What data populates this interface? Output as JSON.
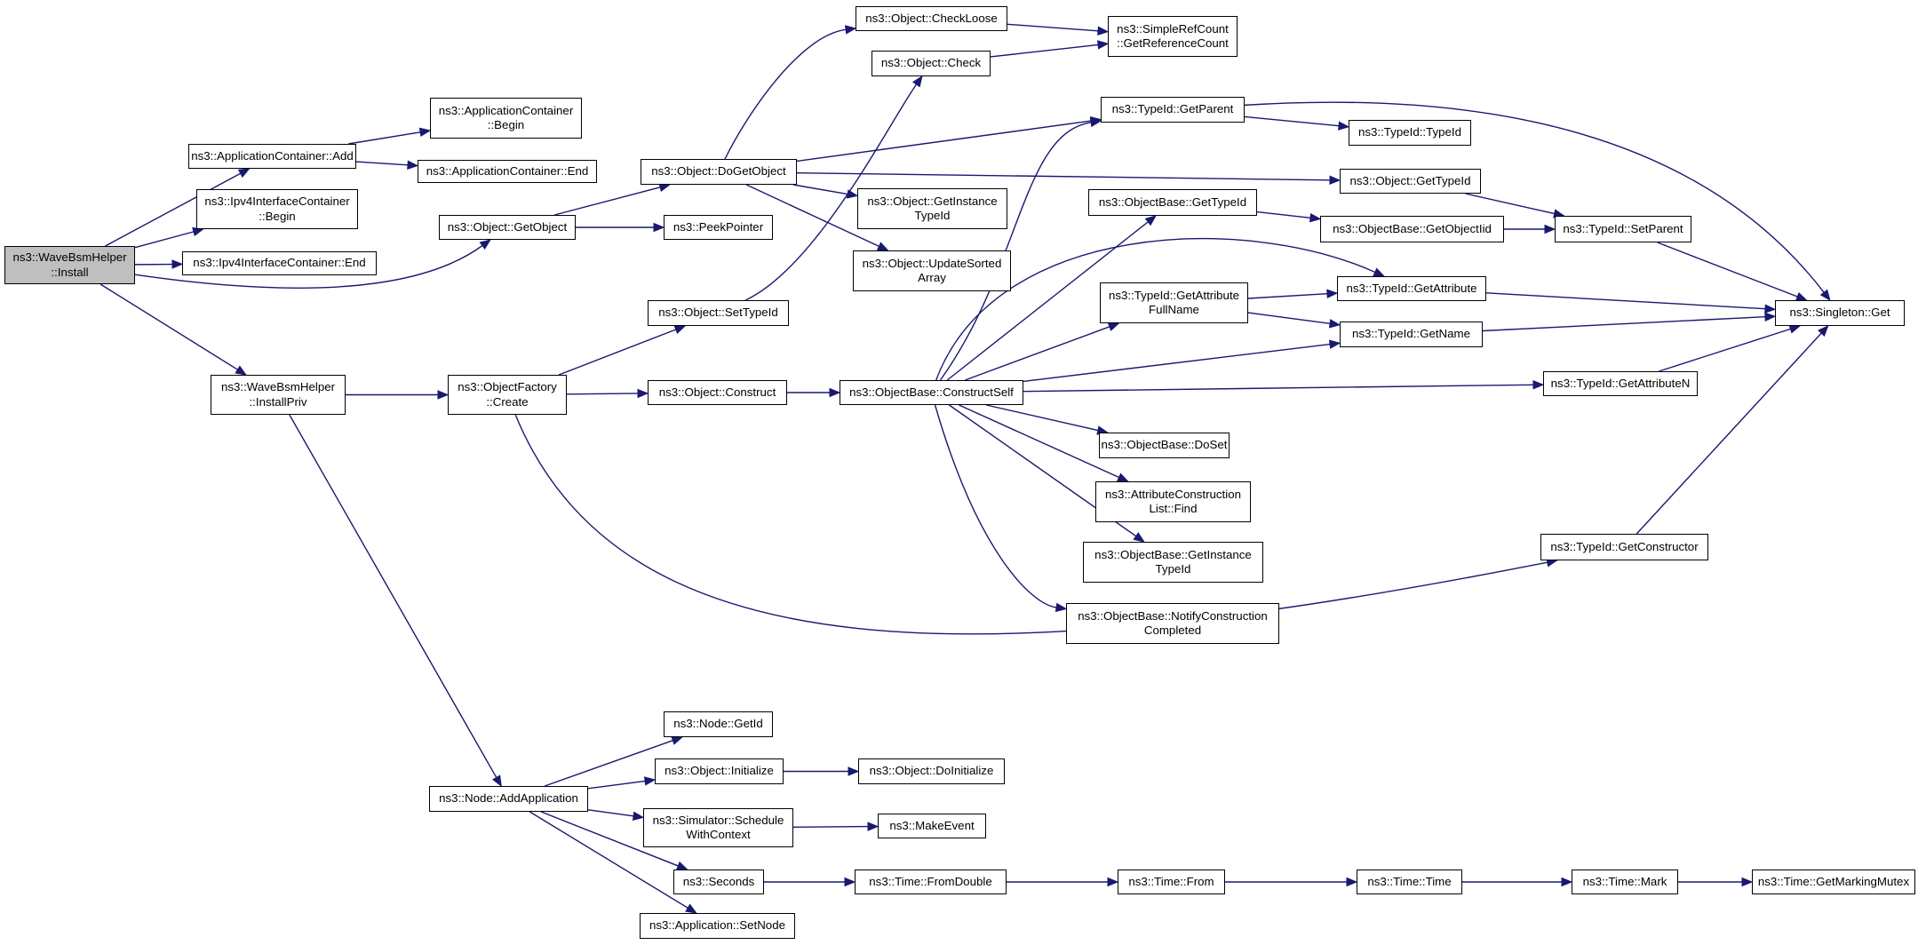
{
  "colors": {
    "edge": "#191970",
    "root_fill": "#bfbfbf",
    "node_fill": "#ffffff",
    "border": "#000000"
  },
  "nodes": {
    "install": [
      "ns3::WaveBsmHelper",
      "::Install"
    ],
    "app_add": [
      "ns3::ApplicationContainer::Add"
    ],
    "app_begin": [
      "ns3::ApplicationContainer",
      "::Begin"
    ],
    "app_end": [
      "ns3::ApplicationContainer::End"
    ],
    "ipv4_begin": [
      "ns3::Ipv4InterfaceContainer",
      "::Begin"
    ],
    "ipv4_end": [
      "ns3::Ipv4InterfaceContainer::End"
    ],
    "get_object": [
      "ns3::Object::GetObject"
    ],
    "do_get_object": [
      "ns3::Object::DoGetObject"
    ],
    "peek_pointer": [
      "ns3::PeekPointer"
    ],
    "check_loose": [
      "ns3::Object::CheckLoose"
    ],
    "check": [
      "ns3::Object::Check"
    ],
    "get_ref_count": [
      "ns3::SimpleRefCount",
      "::GetReferenceCount"
    ],
    "obj_get_instance_typeid": [
      "ns3::Object::GetInstance",
      "TypeId"
    ],
    "update_sorted": [
      "ns3::Object::UpdateSorted",
      "Array"
    ],
    "set_typeid": [
      "ns3::Object::SetTypeId"
    ],
    "install_priv": [
      "ns3::WaveBsmHelper",
      "::InstallPriv"
    ],
    "factory_create": [
      "ns3::ObjectFactory",
      "::Create"
    ],
    "construct": [
      "ns3::Object::Construct"
    ],
    "construct_self": [
      "ns3::ObjectBase::ConstructSelf"
    ],
    "tid_get_parent": [
      "ns3::TypeId::GetParent"
    ],
    "tid_typeid": [
      "ns3::TypeId::TypeId"
    ],
    "obj_get_typeid": [
      "ns3::Object::GetTypeId"
    ],
    "ob_get_typeid": [
      "ns3::ObjectBase::GetTypeId"
    ],
    "ob_get_object_iid": [
      "ns3::ObjectBase::GetObjectIid"
    ],
    "tid_set_parent": [
      "ns3::TypeId::SetParent"
    ],
    "tid_get_attr_fullname": [
      "ns3::TypeId::GetAttribute",
      "FullName"
    ],
    "tid_get_attribute": [
      "ns3::TypeId::GetAttribute"
    ],
    "tid_get_name": [
      "ns3::TypeId::GetName"
    ],
    "tid_get_attribute_n": [
      "ns3::TypeId::GetAttributeN"
    ],
    "singleton_get": [
      "ns3::Singleton::Get"
    ],
    "ob_doset": [
      "ns3::ObjectBase::DoSet"
    ],
    "acl_find": [
      "ns3::AttributeConstruction",
      "List::Find"
    ],
    "ob_get_instance_typeid": [
      "ns3::ObjectBase::GetInstance",
      "TypeId"
    ],
    "ob_notify": [
      "ns3::ObjectBase::NotifyConstruction",
      "Completed"
    ],
    "tid_get_constructor": [
      "ns3::TypeId::GetConstructor"
    ],
    "node_add_app": [
      "ns3::Node::AddApplication"
    ],
    "node_getid": [
      "ns3::Node::GetId"
    ],
    "obj_initialize": [
      "ns3::Object::Initialize"
    ],
    "obj_doinitialize": [
      "ns3::Object::DoInitialize"
    ],
    "sim_schedule": [
      "ns3::Simulator::Schedule",
      "WithContext"
    ],
    "make_event": [
      "ns3::MakeEvent"
    ],
    "seconds": [
      "ns3::Seconds"
    ],
    "time_from_double": [
      "ns3::Time::FromDouble"
    ],
    "time_from": [
      "ns3::Time::From"
    ],
    "time_time": [
      "ns3::Time::Time"
    ],
    "time_mark": [
      "ns3::Time::Mark"
    ],
    "time_marking_mutex": [
      "ns3::Time::GetMarkingMutex"
    ],
    "app_set_node": [
      "ns3::Application::SetNode"
    ]
  },
  "edges": [
    [
      "install",
      "app_add"
    ],
    [
      "install",
      "ipv4_begin"
    ],
    [
      "install",
      "ipv4_end"
    ],
    [
      "install",
      "get_object"
    ],
    [
      "install",
      "install_priv"
    ],
    [
      "app_add",
      "app_begin"
    ],
    [
      "app_add",
      "app_end"
    ],
    [
      "get_object",
      "do_get_object"
    ],
    [
      "get_object",
      "peek_pointer"
    ],
    [
      "do_get_object",
      "check_loose"
    ],
    [
      "do_get_object",
      "tid_get_parent"
    ],
    [
      "do_get_object",
      "obj_get_typeid"
    ],
    [
      "do_get_object",
      "obj_get_instance_typeid"
    ],
    [
      "do_get_object",
      "update_sorted"
    ],
    [
      "check_loose",
      "get_ref_count"
    ],
    [
      "check",
      "get_ref_count"
    ],
    [
      "set_typeid",
      "check"
    ],
    [
      "install_priv",
      "factory_create"
    ],
    [
      "install_priv",
      "node_add_app"
    ],
    [
      "factory_create",
      "set_typeid"
    ],
    [
      "factory_create",
      "construct"
    ],
    [
      "factory_create",
      "tid_get_constructor"
    ],
    [
      "construct",
      "construct_self"
    ],
    [
      "construct_self",
      "tid_get_parent"
    ],
    [
      "construct_self",
      "ob_get_typeid"
    ],
    [
      "construct_self",
      "tid_get_attribute"
    ],
    [
      "construct_self",
      "tid_get_attr_fullname"
    ],
    [
      "construct_self",
      "tid_get_name"
    ],
    [
      "construct_self",
      "tid_get_attribute_n"
    ],
    [
      "construct_self",
      "ob_doset"
    ],
    [
      "construct_self",
      "acl_find"
    ],
    [
      "construct_self",
      "ob_get_instance_typeid"
    ],
    [
      "construct_self",
      "ob_notify"
    ],
    [
      "tid_get_parent",
      "tid_typeid"
    ],
    [
      "tid_get_parent",
      "singleton_get"
    ],
    [
      "obj_get_typeid",
      "tid_set_parent"
    ],
    [
      "ob_get_typeid",
      "ob_get_object_iid"
    ],
    [
      "ob_get_object_iid",
      "tid_set_parent"
    ],
    [
      "tid_set_parent",
      "singleton_get"
    ],
    [
      "tid_get_attr_fullname",
      "tid_get_attribute"
    ],
    [
      "tid_get_attr_fullname",
      "tid_get_name"
    ],
    [
      "tid_get_attribute",
      "singleton_get"
    ],
    [
      "tid_get_name",
      "singleton_get"
    ],
    [
      "tid_get_attribute_n",
      "singleton_get"
    ],
    [
      "tid_get_constructor",
      "singleton_get"
    ],
    [
      "node_add_app",
      "node_getid"
    ],
    [
      "node_add_app",
      "obj_initialize"
    ],
    [
      "node_add_app",
      "sim_schedule"
    ],
    [
      "node_add_app",
      "seconds"
    ],
    [
      "node_add_app",
      "app_set_node"
    ],
    [
      "obj_initialize",
      "obj_doinitialize"
    ],
    [
      "sim_schedule",
      "make_event"
    ],
    [
      "seconds",
      "time_from_double"
    ],
    [
      "time_from_double",
      "time_from"
    ],
    [
      "time_from",
      "time_time"
    ],
    [
      "time_time",
      "time_mark"
    ],
    [
      "time_mark",
      "time_marking_mutex"
    ]
  ]
}
